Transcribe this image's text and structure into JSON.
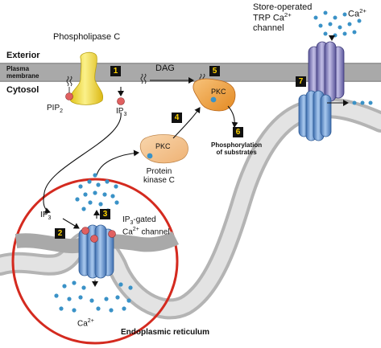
{
  "regions": {
    "exterior": "Exterior",
    "plasma_membrane_line1": "Plasma",
    "plasma_membrane_line2": "membrane",
    "cytosol": "Cytosol"
  },
  "labels": {
    "phospholipase_c": "Phospholipase C",
    "dag": "DAG",
    "pip2_main": "PIP",
    "pip2_sub": "2",
    "ip3_main": "IP",
    "ip3_sub": "3",
    "pkc_active": "PKC",
    "pkc_inactive": "PKC",
    "protein_kinase_line1": "Protein",
    "protein_kinase_line2": "kinase C",
    "phosphorylation_line1": "Phosphorylation",
    "phosphorylation_line2": "of substrates",
    "trp_line1": "Store-operated",
    "trp_line2_main": "TRP Ca",
    "trp_line2_sup": "2+",
    "trp_line3": "channel",
    "ca_exterior_main": "Ca",
    "ca_exterior_sup": "2+",
    "ip3_left_main": "IP",
    "ip3_left_sub": "3",
    "ip3_gated_line1_main": "IP",
    "ip3_gated_line1_sub": "3",
    "ip3_gated_line1_rest": "-gated",
    "ip3_gated_line2_main": "Ca",
    "ip3_gated_line2_sup": "2+",
    "ip3_gated_line2_rest": " channel",
    "ca_er_main": "Ca",
    "ca_er_sup": "2+",
    "endoplasmic_reticulum": "Endoplasmic reticulum"
  },
  "steps": [
    "1",
    "2",
    "3",
    "4",
    "5",
    "6",
    "7"
  ],
  "colors": {
    "membrane": "#a9a9a9",
    "er_lumen": "#e3e3e3",
    "phospholipase": "#f3e04a",
    "pkc": "#f0a040",
    "channel_blue": "#6f9fd6",
    "channel_purple": "#8f8bc0",
    "ca_dot": "#3a92c7",
    "ip3_dot": "#e06060",
    "zoom_circle": "#d42a1f",
    "badge_bg": "#111111",
    "badge_text": "#ffd400"
  }
}
